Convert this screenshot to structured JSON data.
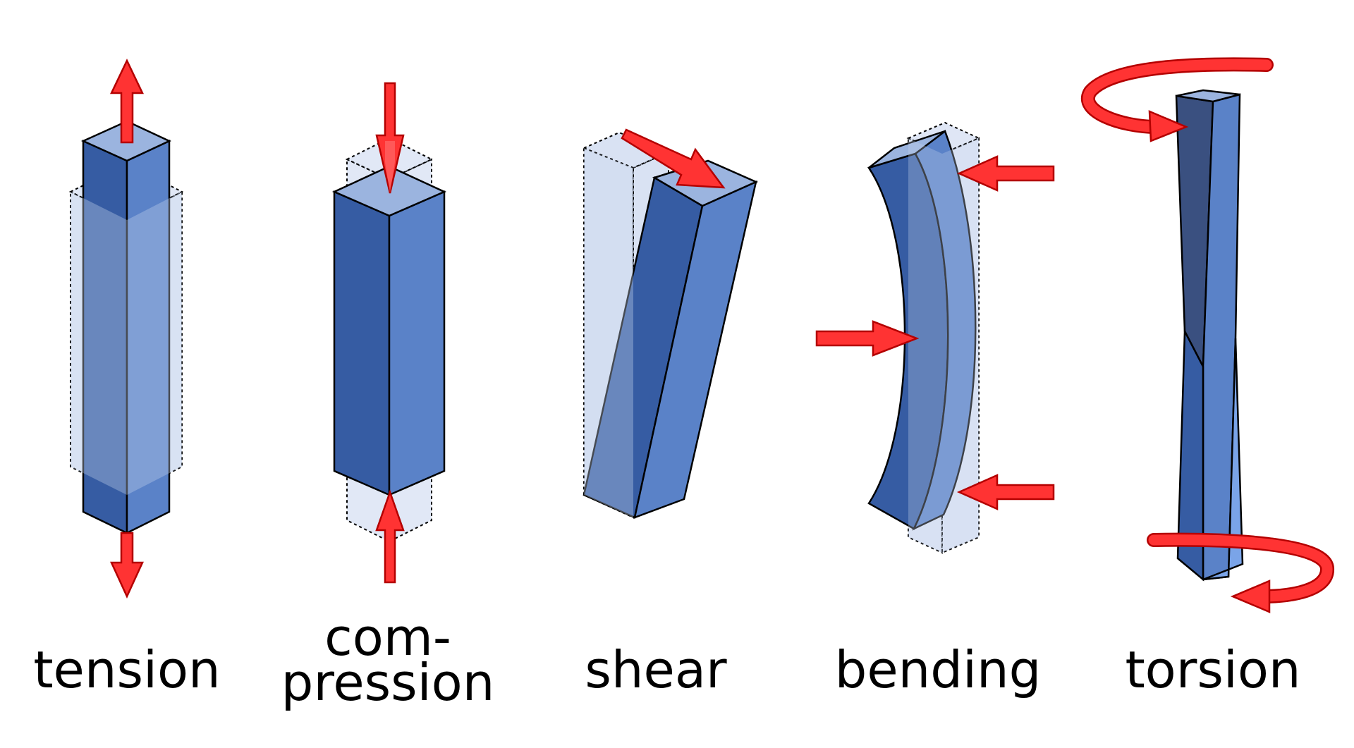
{
  "labels": {
    "tension": "tension",
    "compression_line1": "com-",
    "compression_line2": "pression",
    "shear": "shear",
    "bending": "bending",
    "torsion": "torsion"
  },
  "colors": {
    "bar_dark": "#365ca3",
    "bar_light": "#5a82c8",
    "bar_top": "#9bb4df",
    "ghost_fill": "#c9d6ee",
    "arrow_fill": "#ff3333",
    "arrow_stroke": "#b40000",
    "outline": "#000000"
  },
  "icons": {
    "tension_arrows": "double-outward-arrow",
    "compression_arrows": "double-inward-arrow",
    "shear_arrow": "diagonal-arrow",
    "bending_arrows": "three-point-load-arrows",
    "torsion_arrows": "curved-twist-arrows"
  }
}
